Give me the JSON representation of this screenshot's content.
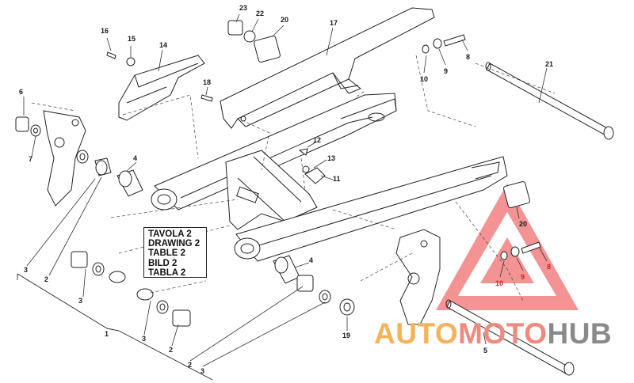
{
  "reference_box": {
    "lines": [
      "TAVOLA 2",
      "DRAWING 2",
      "TABLE 2",
      "BILD 2",
      "TABLA 2"
    ]
  },
  "watermark": {
    "part1": "AUTO",
    "part2": "MOTO",
    "part3": "HUB",
    "colors": {
      "part1": "#f4b35a",
      "part2": "#ef7f7f",
      "part3": "#8a8a8a",
      "triangle": "#ee5d5d"
    }
  },
  "callouts": {
    "c1": "1",
    "c2a": "2",
    "c2b": "2",
    "c2c": "2",
    "c3a": "3",
    "c3b": "3",
    "c3c": "3",
    "c3d": "3",
    "c4a": "4",
    "c4b": "4",
    "c5": "5",
    "c6": "6",
    "c7": "7",
    "c8a": "8",
    "c8b": "8",
    "c9a": "9",
    "c9b": "9",
    "c10a": "10",
    "c10b": "10",
    "c11": "11",
    "c12": "12",
    "c13": "13",
    "c14": "14",
    "c15": "15",
    "c16": "16",
    "c17": "17",
    "c18": "18",
    "c19": "19",
    "c20a": "20",
    "c20b": "20",
    "c21": "21",
    "c22": "22",
    "c23": "23"
  }
}
